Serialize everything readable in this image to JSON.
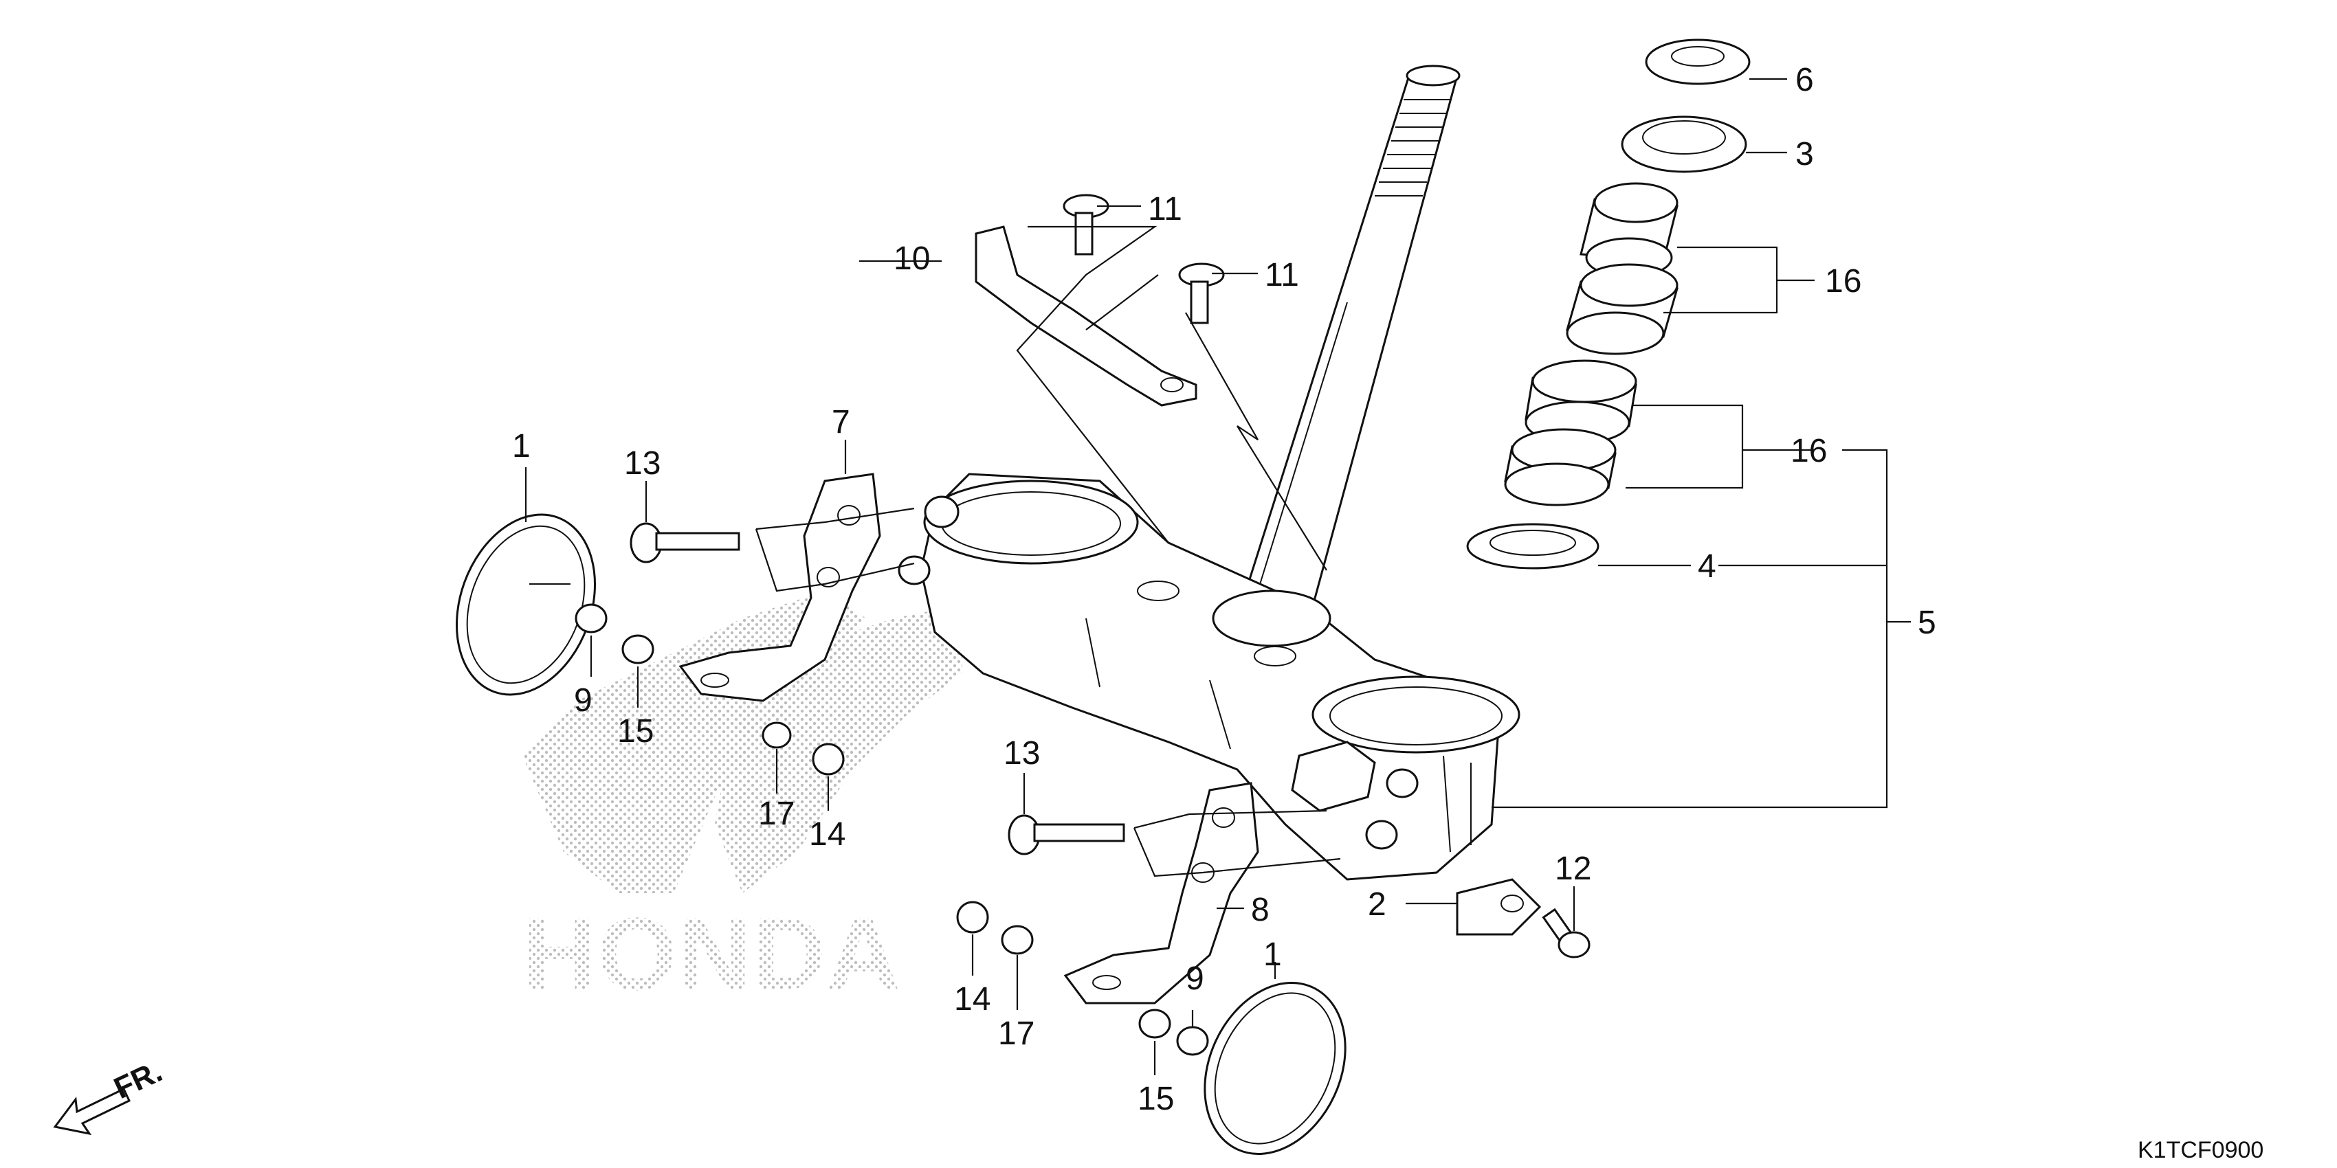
{
  "diagram_code": "K1TCF0900",
  "front_indicator": "FR.",
  "watermark_text": "HONDA",
  "callouts": {
    "c1a": "1",
    "c1b": "1",
    "c2": "2",
    "c3": "3",
    "c4": "4",
    "c5": "5",
    "c6": "6",
    "c7": "7",
    "c8": "8",
    "c9a": "9",
    "c9b": "9",
    "c10": "10",
    "c11a": "11",
    "c11b": "11",
    "c12": "12",
    "c13a": "13",
    "c13b": "13",
    "c14a": "14",
    "c14b": "14",
    "c15a": "15",
    "c15b": "15",
    "c16a": "16",
    "c16b": "16",
    "c17a": "17",
    "c17b": "17"
  }
}
